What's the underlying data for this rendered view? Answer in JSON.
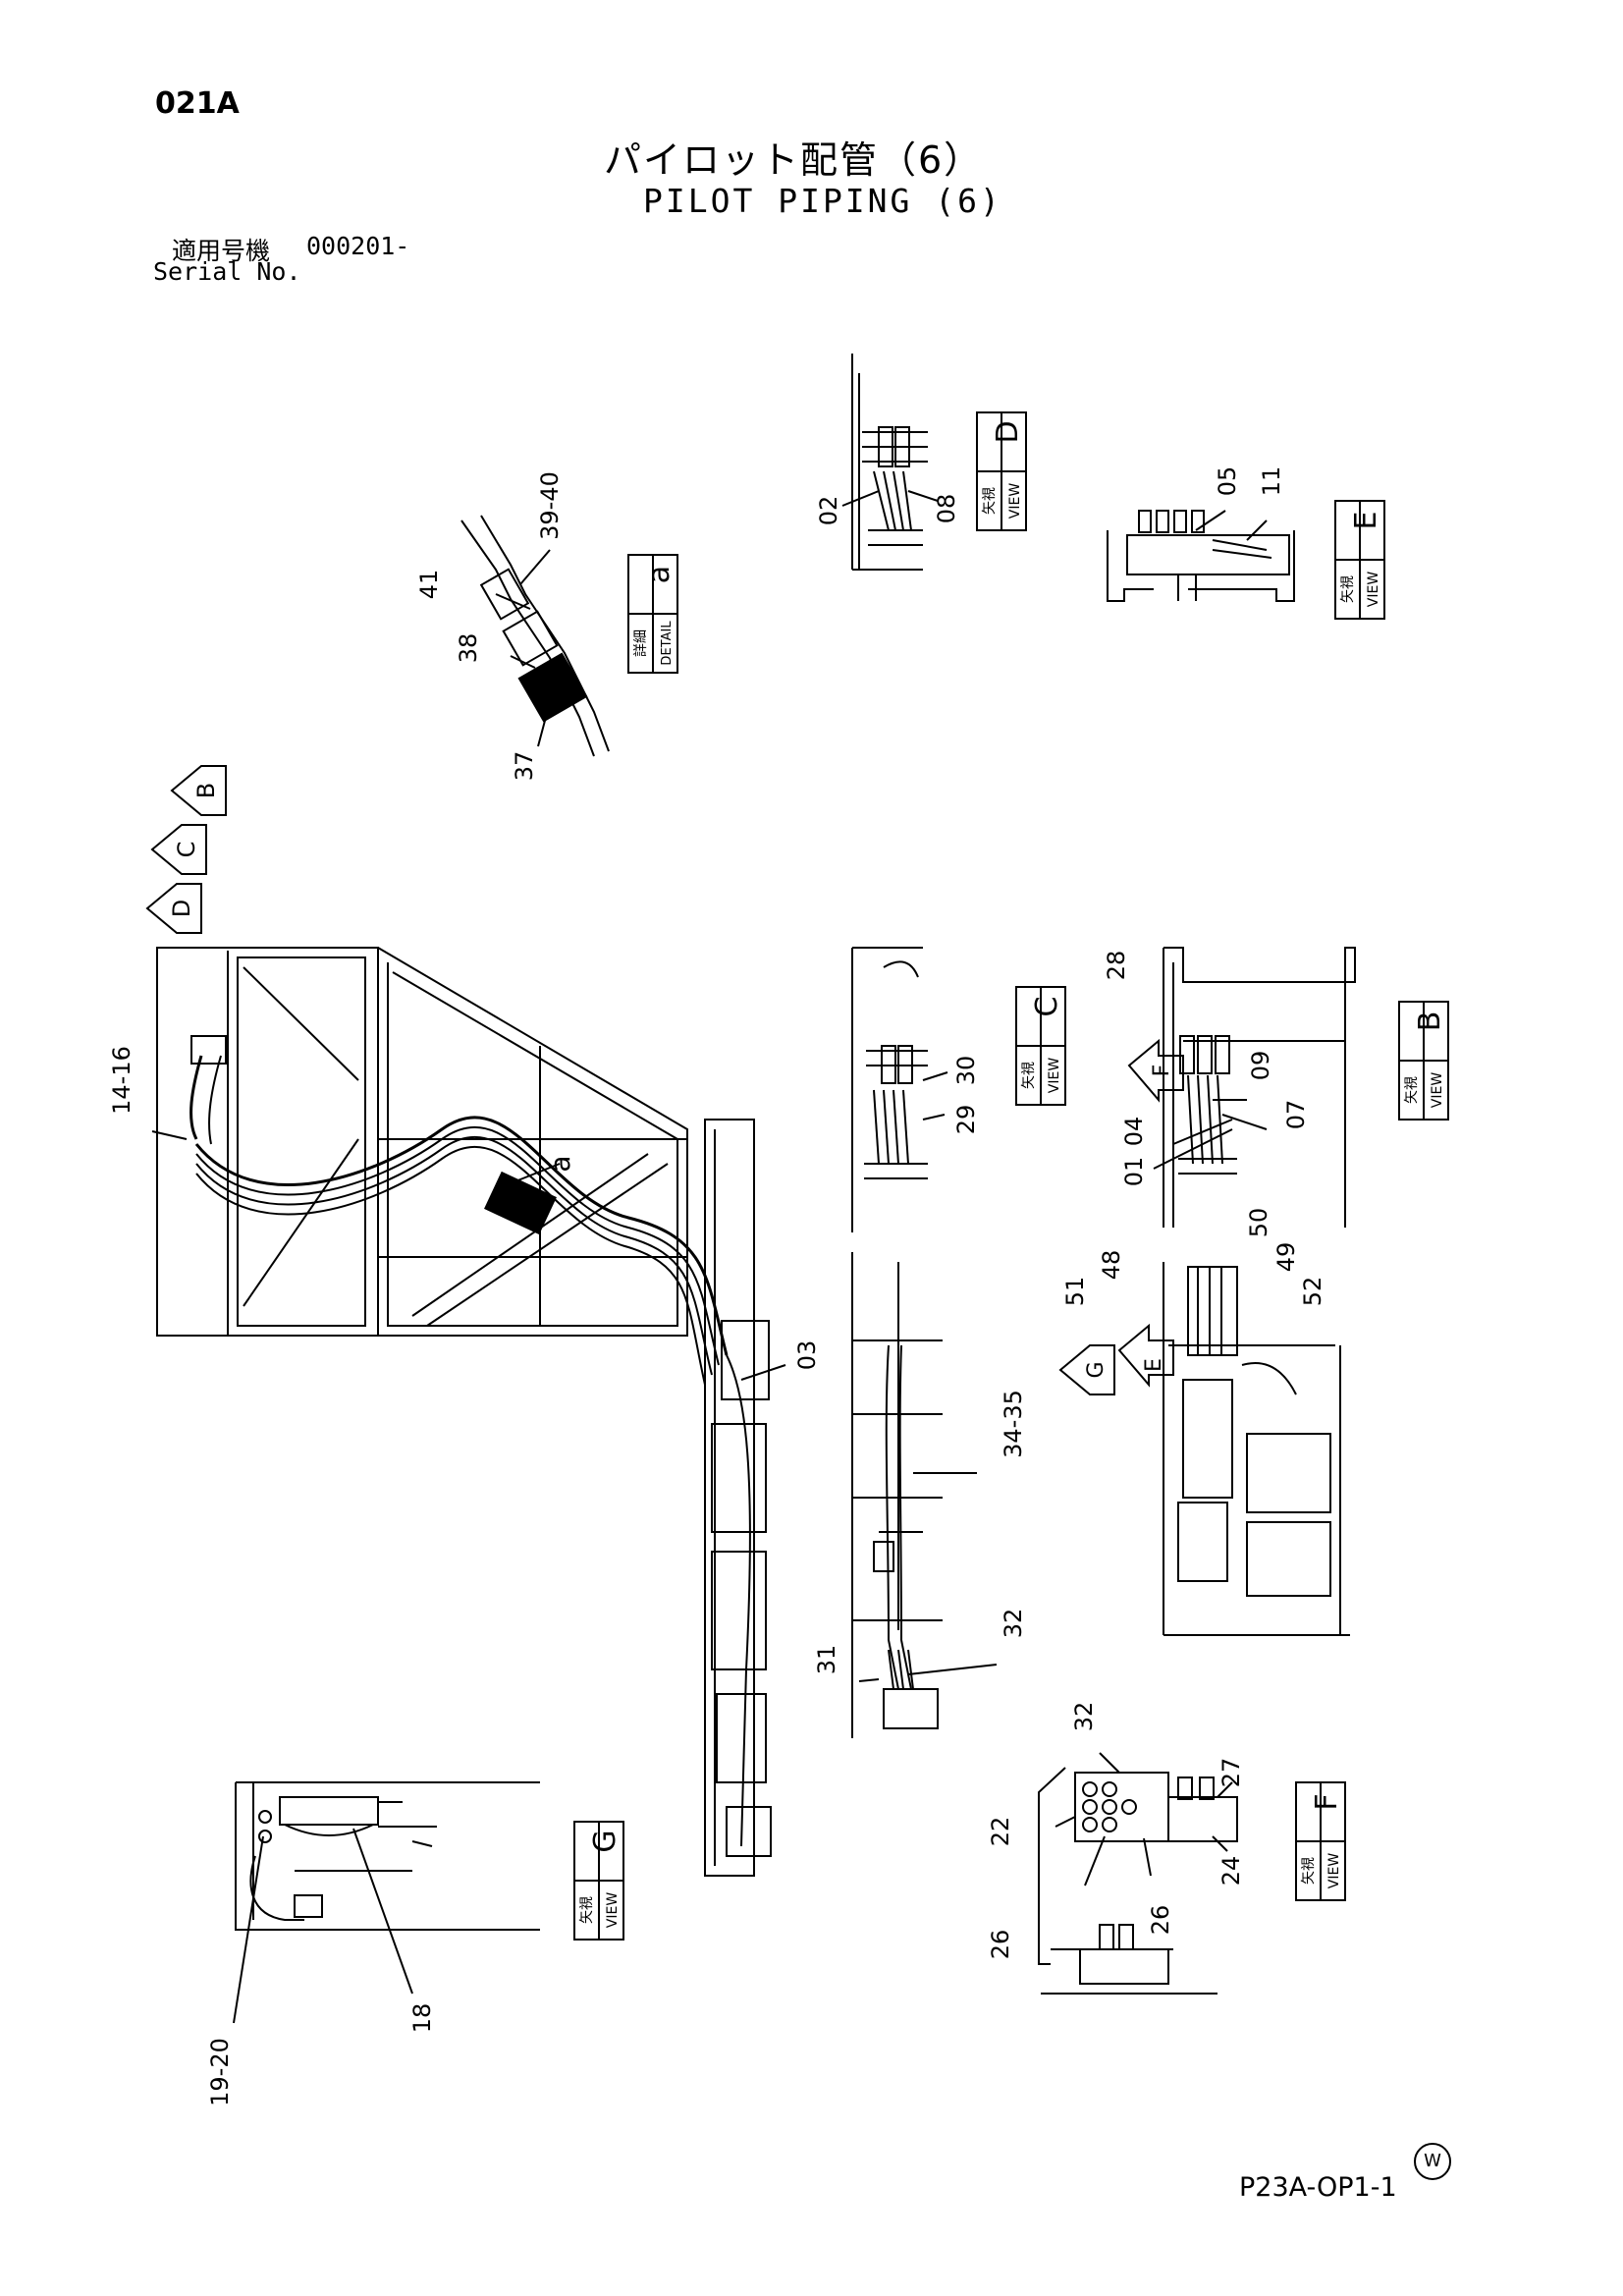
{
  "header": {
    "page_code": "021A",
    "title_ja": "パイロット配管（6）",
    "title_en": "PILOT PIPING (6)",
    "serial_label_ja": "適用号機",
    "serial_value": "000201-",
    "serial_label_en": "Serial No."
  },
  "views": {
    "view_ja": "矢視",
    "view_en": "VIEW",
    "detail_ja": "詳細",
    "detail_en": "DETAIL",
    "D": "D",
    "E": "E",
    "C": "C",
    "B": "B",
    "F": "F",
    "G": "G",
    "a": "a"
  },
  "arrows": [
    "B",
    "C",
    "D",
    "F",
    "G",
    "E"
  ],
  "part_numbers": {
    "p02": "02",
    "p08": "08",
    "p05": "05",
    "p11": "11",
    "p41": "41",
    "p39_40": "39-40",
    "p38": "38",
    "p37": "37",
    "p14_16": "14-16",
    "p03": "03",
    "p30": "30",
    "p29": "29",
    "p28": "28",
    "p09": "09",
    "p07": "07",
    "p04": "04",
    "p01": "01",
    "p48": "48",
    "p50": "50",
    "p49": "49",
    "p51": "51",
    "p52": "52",
    "p34_35": "34-35",
    "p31": "31",
    "p32": "32",
    "p32b": "32",
    "p27": "27",
    "p22": "22",
    "p24": "24",
    "p26a": "26",
    "p26b": "26",
    "p19_20": "19-20",
    "p18": "18"
  },
  "footer": {
    "mark": "W",
    "page_ref": "P23A-OP1-1"
  }
}
